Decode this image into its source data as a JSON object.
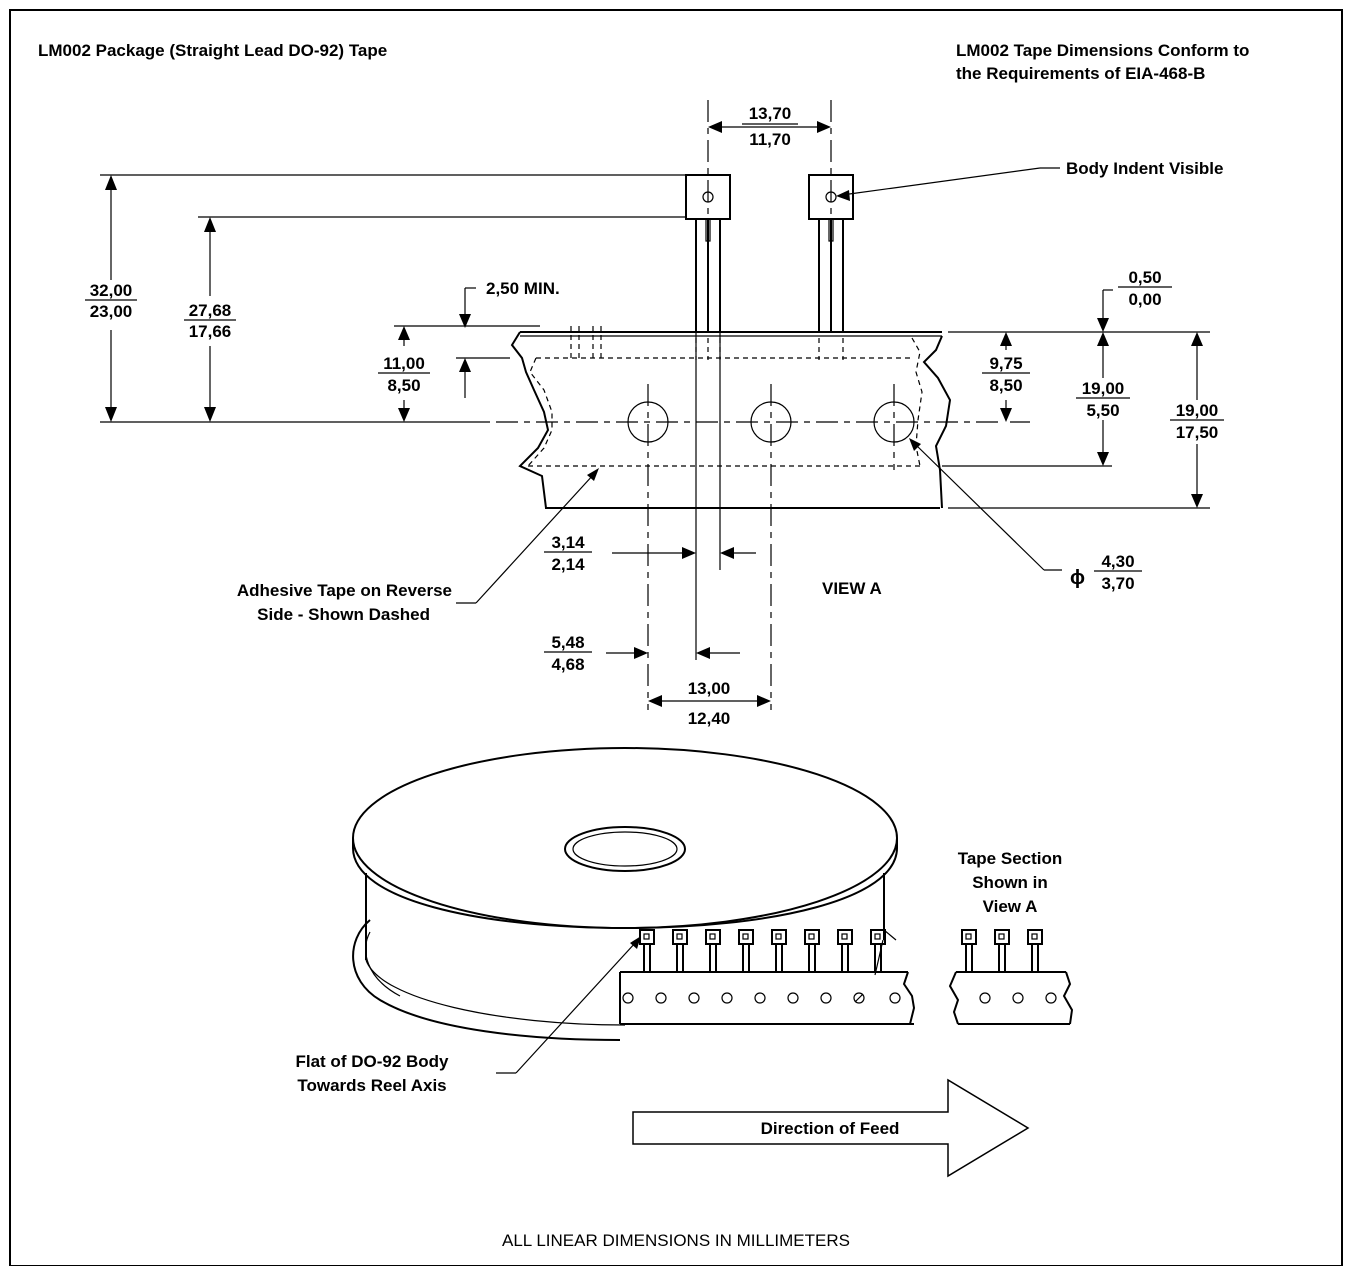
{
  "title_left": "LM002 Package (Straight Lead DO-92) Tape",
  "title_right": [
    "LM002 Tape Dimensions Conform to",
    "the Requirements of EIA-468-B"
  ],
  "dimensions": {
    "lead_pitch": [
      "13,70",
      "11,70"
    ],
    "overall_height": [
      "32,00",
      "23,00"
    ],
    "body_base_height": [
      "27,68",
      "17,66"
    ],
    "lead_clearance_note": "2,50 MIN.",
    "lead_to_hole": [
      "11,00",
      "8,50"
    ],
    "tape_top_offset": [
      "0,50",
      "0,00"
    ],
    "hole_from_top": [
      "9,75",
      "8,50"
    ],
    "adhesive_width": [
      "19,00",
      "5,50"
    ],
    "tape_width": [
      "19,00",
      "17,50"
    ],
    "lead_spacing": [
      "3,14",
      "2,14"
    ],
    "hole_offset": [
      "5,48",
      "4,68"
    ],
    "hole_pitch": [
      "13,00",
      "12,40"
    ],
    "hole_diameter_symbol": "ϕ",
    "hole_diameter": [
      "4,30",
      "3,70"
    ]
  },
  "callouts": {
    "body_indent": "Body Indent Visible",
    "adhesive_tape": [
      "Adhesive Tape on Reverse",
      "Side - Shown Dashed"
    ],
    "view_label": "VIEW A",
    "tape_section": [
      "Tape Section",
      "Shown in",
      "View A"
    ],
    "flat_body": [
      "Flat of DO-92 Body",
      "Towards Reel Axis"
    ],
    "feed_direction": "Direction of Feed"
  },
  "footer_note": "ALL LINEAR DIMENSIONS IN MILLIMETERS"
}
